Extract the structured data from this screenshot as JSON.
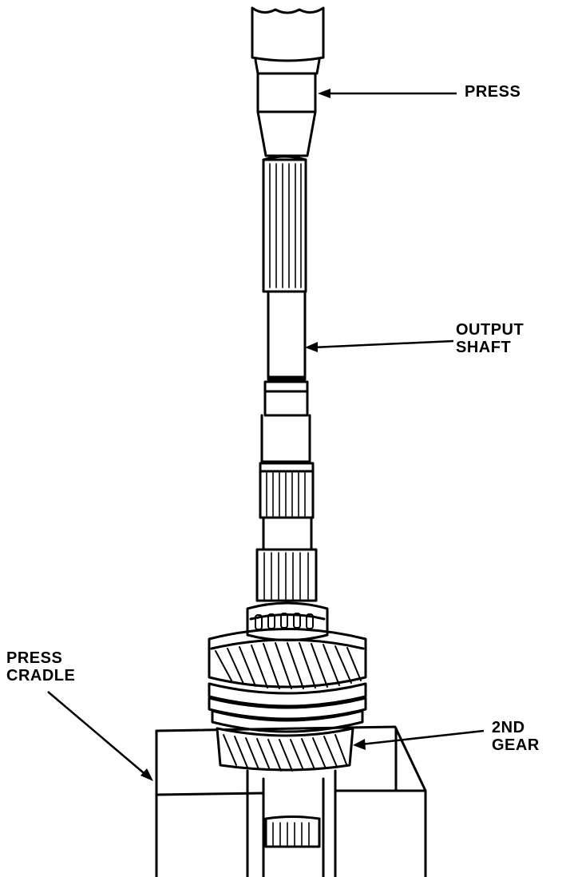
{
  "labels": {
    "press": "PRESS",
    "output_shaft_line1": "OUTPUT",
    "output_shaft_line2": "SHAFT",
    "press_cradle_line1": "PRESS",
    "press_cradle_line2": "CRADLE",
    "second_gear_line1": "2ND",
    "second_gear_line2": "GEAR"
  },
  "colors": {
    "ink": "#000000",
    "paper": "#ffffff"
  }
}
